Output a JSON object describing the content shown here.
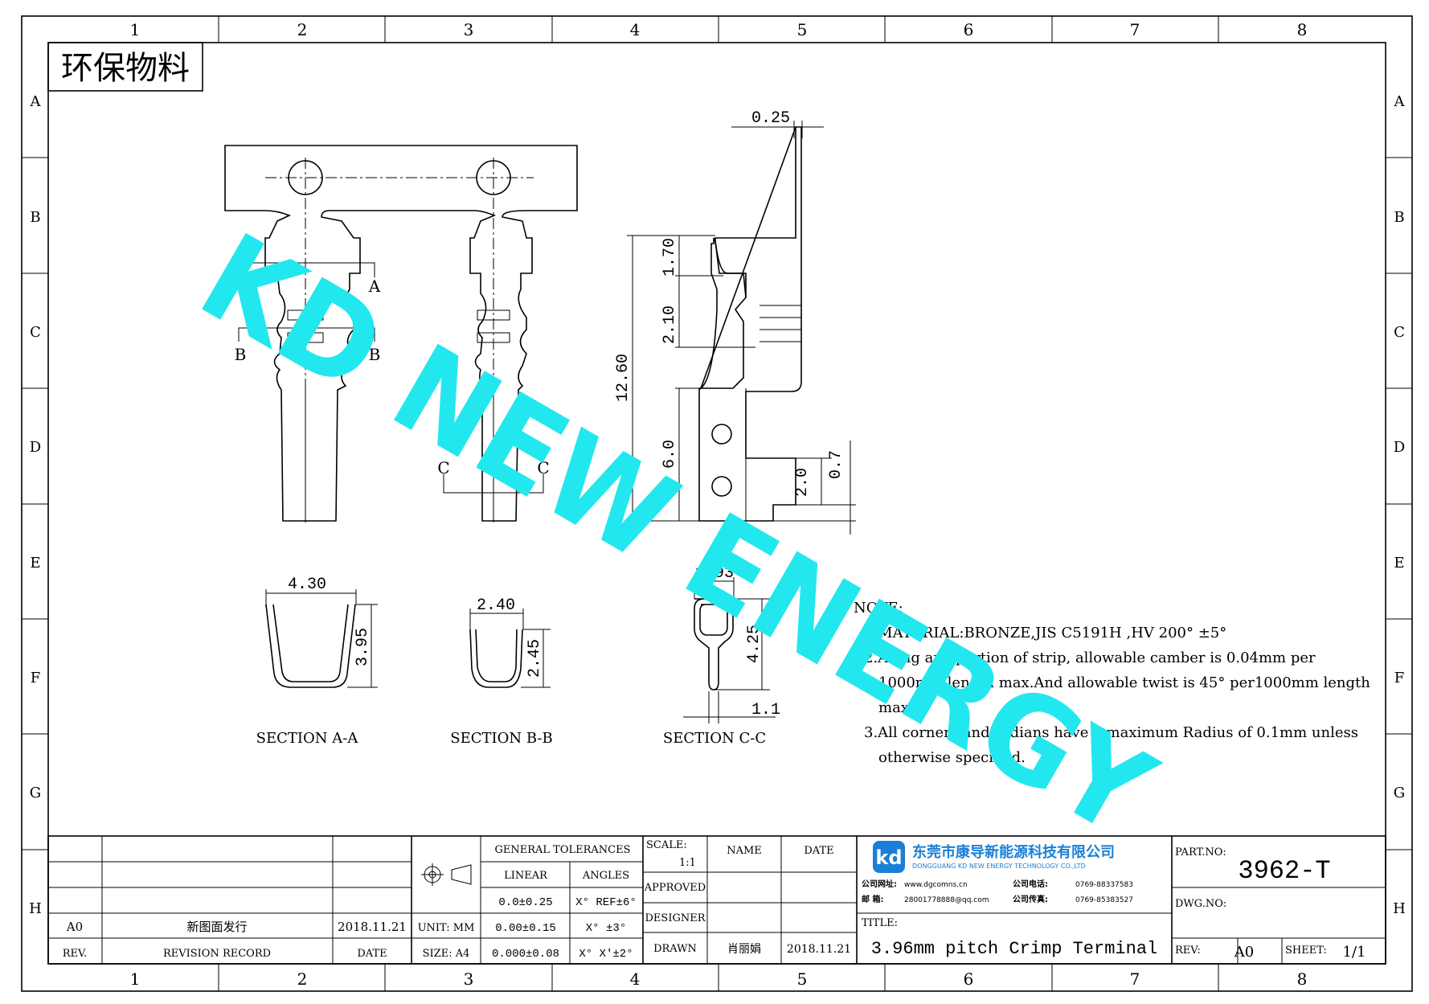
{
  "brand": {
    "watermark": "KD NEW ENERGY",
    "watermark_color": "#22e7ef",
    "logo_color": "#1a7fd6",
    "company_cn": "东莞市康导新能源科技有限公司",
    "company_en": "DONGGUANG KD NEW ENERGY TECHNOLOGY CO.,LTD",
    "contact": [
      {
        "label": "公司网址:",
        "value": "www.dgcomns.cn"
      },
      {
        "label": "公司电话:",
        "value": "0769-88337583"
      },
      {
        "label": "邮 箱:",
        "value": "28001778888@qq.com"
      },
      {
        "label": "公司传真:",
        "value": "0769-85383527"
      }
    ]
  },
  "stamp": "环保物料",
  "grid": {
    "columns": [
      "1",
      "2",
      "3",
      "4",
      "5",
      "6",
      "7",
      "8"
    ],
    "rows": [
      "A",
      "B",
      "C",
      "D",
      "E",
      "F",
      "G",
      "H"
    ]
  },
  "drawing": {
    "labels": {
      "sec_a": "A",
      "sec_b": "B",
      "sec_c": "C"
    },
    "dims": {
      "thickness": "0.25",
      "d170": "1.70",
      "d210": "2.10",
      "d1260": "12.60",
      "d60": "6.0",
      "d20": "2.0",
      "d07": "0.7",
      "aa_w": "4.30",
      "aa_h": "3.95",
      "bb_w": "2.40",
      "bb_h": "2.45",
      "cc_w": "1.93",
      "cc_h": "4.25",
      "cc_b": "1.1"
    },
    "sections": [
      "SECTION A-A",
      "SECTION B-B",
      "SECTION C-C"
    ]
  },
  "notes": {
    "title": "NOTE:",
    "lines": [
      "1.MATERIAL:BRONZE,JIS C5191H ,HV 200° ±5°",
      "2.Along any portion of strip, allowable camber is 0.04mm per",
      "1000mm length max.And allowable twist is 45°  per1000mm length",
      "max.",
      "3.All corners and radians have a maximum Radius of 0.1mm unless",
      "otherwise specified."
    ]
  },
  "title_block": {
    "revision": {
      "rev": "A0",
      "record": "新图面发行",
      "date": "2018.11.21",
      "hdr_rev": "REV.",
      "hdr_record": "REVISION RECORD",
      "hdr_date": "DATE"
    },
    "unit_label": "UNIT: MM",
    "size_label": "SIZE: A4",
    "tolerances": {
      "header": "GENERAL TOLERANCES",
      "linear_hdr": "LINEAR",
      "angles_hdr": "ANGLES",
      "linear": [
        "0.0±0.25",
        "0.00±0.15",
        "0.000±0.08"
      ],
      "angles": [
        "X° REF±6°",
        "X° ±3°",
        "X° X'±2°"
      ]
    },
    "scale_label": "SCALE:",
    "scale_value": "1:1",
    "approved": "APPROVED",
    "designer": "DESIGNER",
    "drawn": "DRAWN",
    "name_hdr": "NAME",
    "date_hdr": "DATE",
    "drawn_name": "肖丽娟",
    "drawn_date": "2018.11.21",
    "title_label": "TITLE:",
    "title": "3.96mm pitch Crimp Terminal",
    "part_no_label": "PART.NO:",
    "part_no": "3962-T",
    "dwg_no_label": "DWG.NO:",
    "rev_label": "REV:",
    "rev_value": "A0",
    "sheet_label": "SHEET:",
    "sheet_value": "1/1"
  }
}
